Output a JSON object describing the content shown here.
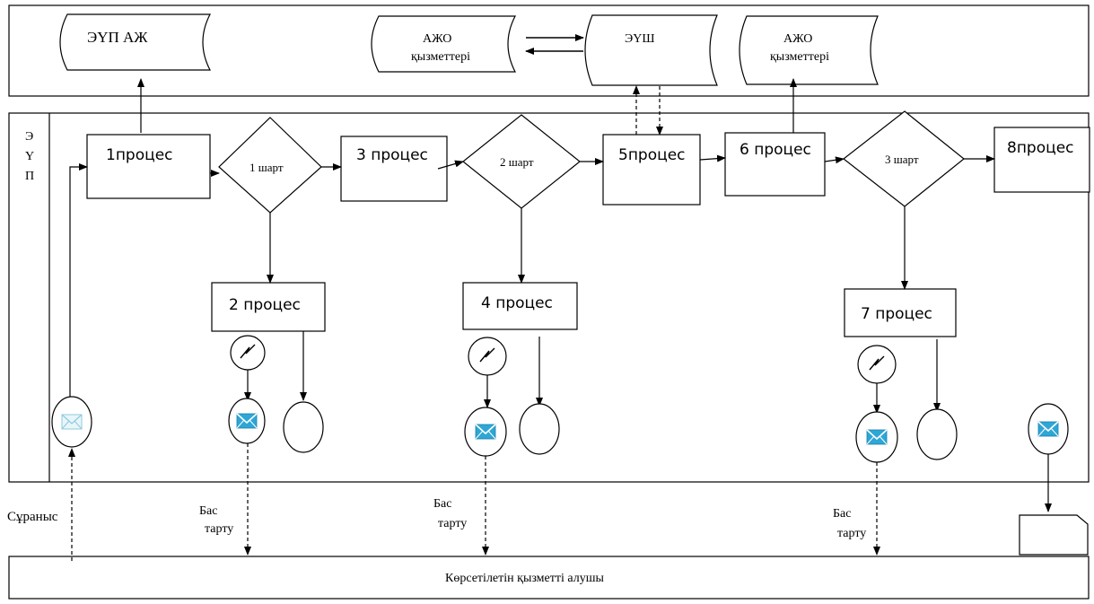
{
  "top_nodes": {
    "eup_azh": "ЭҮП АЖ",
    "azho1_line1": "АЖО",
    "azho1_line2": "қызметтері",
    "eush": "ЭҮШ",
    "azho2_line1": "АЖО",
    "azho2_line2": "қызметтері"
  },
  "lane_label": [
    "Э",
    "Ү",
    "П"
  ],
  "processes": {
    "p1": "1процес",
    "p2": "2 процес",
    "p3": "3 процес",
    "p4": "4 процес",
    "p5": "5процес",
    "p6": "6 процес",
    "p7": "7 процес",
    "p8": "8процес"
  },
  "conditions": {
    "c1": "1 шарт",
    "c2": "2 шарт",
    "c3": "3 шарт"
  },
  "labels": {
    "request": "Сұраныс",
    "refuse_line1": "Бас",
    "refuse_line2": "тарту",
    "bottom_lane": "Көрсетілетін қызметті алушы"
  },
  "colors": {
    "envelope": "#2ea6d6",
    "line": "#000000"
  }
}
